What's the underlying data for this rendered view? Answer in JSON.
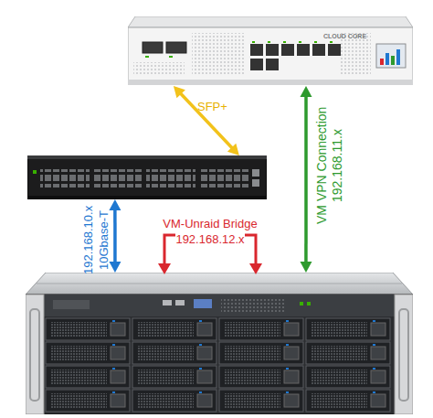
{
  "diagram": {
    "nodes": [
      {
        "text": [
          "CLOUD CORE"
        ]
      },
      {
        "text": []
      },
      {
        "text": []
      }
    ],
    "edges": [
      {
        "from": 0,
        "to": 1,
        "label": "SFP+",
        "arrow": "both"
      },
      {
        "from": 1,
        "to": 2,
        "label": "192.168.10.x 10Gbase-T",
        "arrow": "both"
      },
      {
        "from": 0,
        "to": 2,
        "label": "VM VPN Connection 192.168.11.x",
        "arrow": "both"
      }
    ],
    "labels": [
      "VM-Unraid Bridge 192.168.12.x"
    ]
  }
}
